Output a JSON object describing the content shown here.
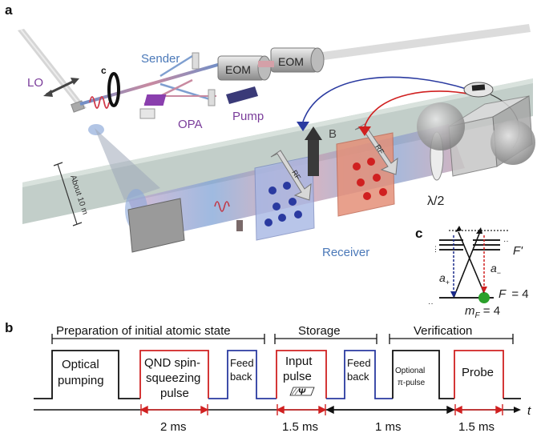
{
  "panels": {
    "a": "a",
    "b": "b",
    "c": "c"
  },
  "setup": {
    "sender": "Sender",
    "eom1": "EOM",
    "eom2": "EOM",
    "lo": "LO",
    "c_label": "c",
    "opa": "OPA",
    "pump": "Pump",
    "b_field": "B",
    "rf1": "RF",
    "rf2": "RF",
    "distance": "About 10 m",
    "receiver": "Receiver",
    "half_wave": "λ/2"
  },
  "levels": {
    "f_prime": "F'",
    "f4": "F = 4",
    "mf": "m",
    "mf_sub": "F",
    "mf_val": " = 4",
    "a_plus": "a",
    "a_plus_sub": "+",
    "a_minus": "a",
    "a_minus_sub": "−"
  },
  "sequence": {
    "group1": "Preparation of initial atomic state",
    "group2": "Storage",
    "group3": "Verification",
    "optical_pumping_1": "Optical",
    "optical_pumping_2": "pumping",
    "qnd_1": "QND spin-",
    "qnd_2": "squeezing",
    "qnd_3": "pulse",
    "feed1_1": "Feed",
    "feed1_2": "back",
    "input_1": "Input",
    "input_2": "pulse",
    "psi": "Ψ",
    "feed2_1": "Feed",
    "feed2_2": "back",
    "optional_1": "Optional",
    "optional_2": "π-pulse",
    "probe": "Probe",
    "t_axis": "t",
    "d1": "2 ms",
    "d2": "1.5 ms",
    "d3": "1 ms",
    "d4": "1.5 ms"
  },
  "colors": {
    "red": "#e02020",
    "blue": "#2a3aa0",
    "navy": "#1a2a8a",
    "green": "#2aa02a"
  }
}
